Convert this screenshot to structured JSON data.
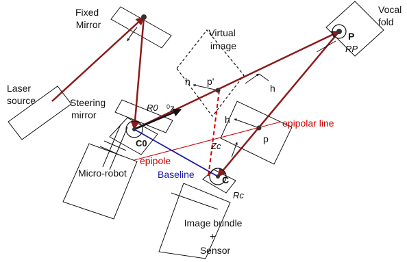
{
  "colors": {
    "beam": "#8b1a1a",
    "epipolar": "#cc0000",
    "baseline": "#1a1aa8",
    "outline": "#111111",
    "background": "#ffffff"
  },
  "labels": {
    "fixed_mirror": [
      "Fixed",
      "Mirror"
    ],
    "laser_source": [
      "Laser",
      "source"
    ],
    "steering_mirror": [
      "Steering",
      "mirror"
    ],
    "micro_robot": "Micro-robot",
    "virtual_image": [
      "Virtual",
      "image"
    ],
    "vocal_fold": [
      "Vocal",
      "fold"
    ],
    "image_bundle": [
      "Image bundle",
      "+",
      "Sensor"
    ],
    "epipolar_line": "epipolar line",
    "epipole": "epipole",
    "baseline": "Baseline"
  },
  "symbols": {
    "r0": "R0",
    "rp": "RP",
    "rc": "Rc",
    "c0": "C0",
    "c": "C",
    "p_upper": "P",
    "p_prime": "p'",
    "p_lower": "p",
    "h": "h",
    "z0": "z",
    "z0_prefix": "0",
    "zc": "Zc"
  }
}
